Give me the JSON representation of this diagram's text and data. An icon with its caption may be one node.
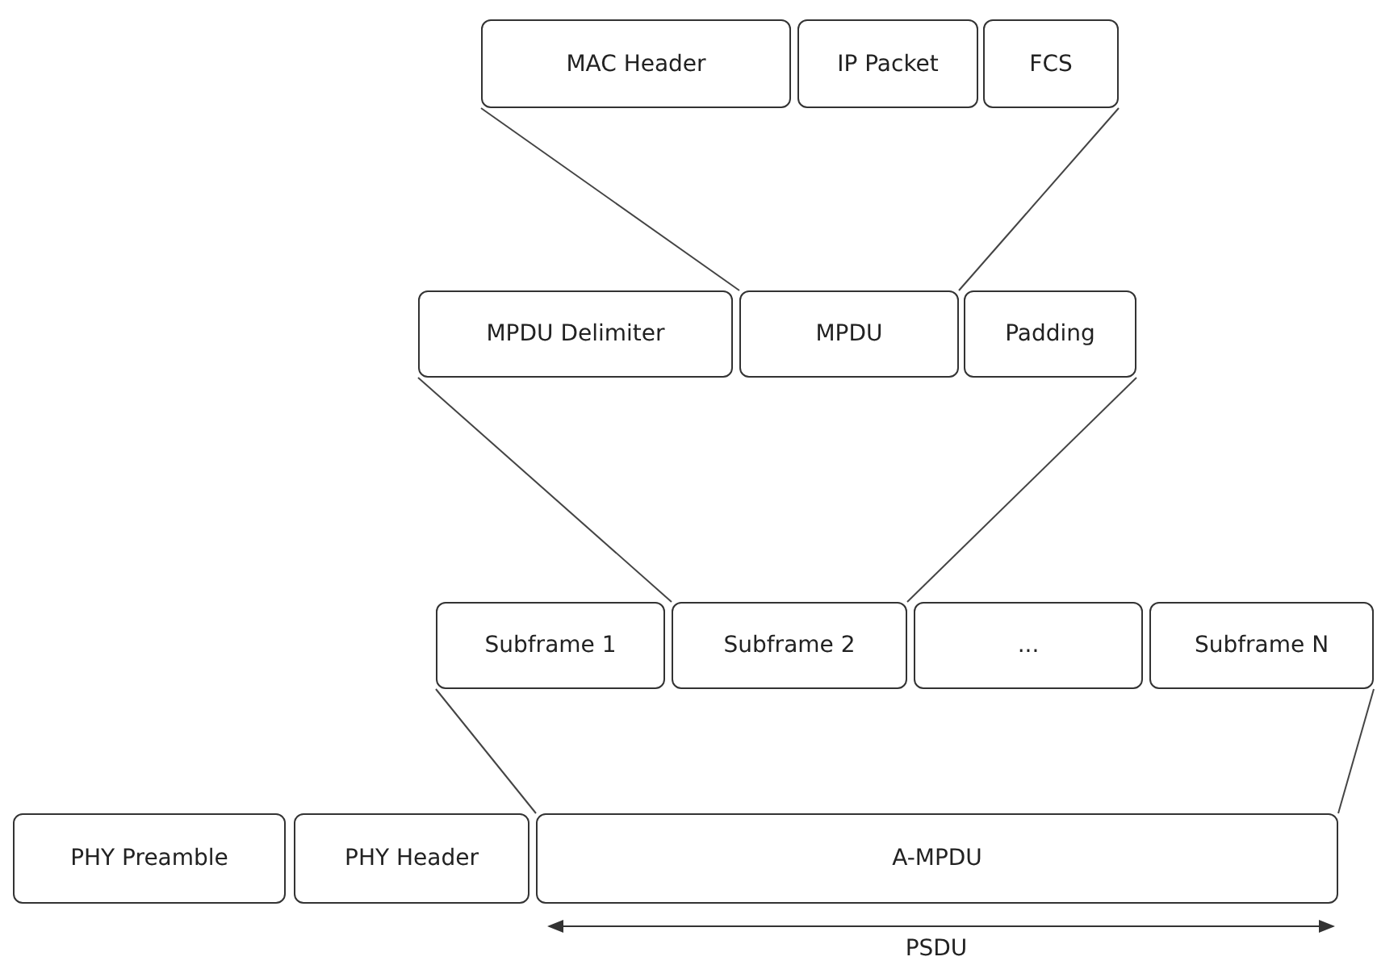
{
  "diagram": {
    "nodes": [
      {
        "text": [
          "MAC Header"
        ]
      },
      {
        "text": [
          "IP Packet"
        ]
      },
      {
        "text": [
          "FCS"
        ]
      },
      {
        "text": [
          "MPDU Delimiter"
        ]
      },
      {
        "text": [
          "MPDU"
        ]
      },
      {
        "text": [
          "Padding"
        ]
      },
      {
        "text": [
          "Subframe 1"
        ]
      },
      {
        "text": [
          "Subframe 2"
        ]
      },
      {
        "text": [
          "..."
        ]
      },
      {
        "text": [
          "Subframe N"
        ]
      },
      {
        "text": [
          "PHY Preamble"
        ]
      },
      {
        "text": [
          "PHY Header"
        ]
      },
      {
        "text": [
          "A-MPDU"
        ]
      }
    ],
    "edges": [
      {
        "from": 0,
        "to": 4,
        "arrow": "none"
      },
      {
        "from": 2,
        "to": 4,
        "arrow": "none"
      },
      {
        "from": 3,
        "to": 7,
        "arrow": "none"
      },
      {
        "from": 5,
        "to": 7,
        "arrow": "none"
      },
      {
        "from": 6,
        "to": 12,
        "arrow": "none"
      },
      {
        "from": 9,
        "to": 12,
        "arrow": "none"
      }
    ],
    "labels": [
      "PSDU"
    ]
  }
}
